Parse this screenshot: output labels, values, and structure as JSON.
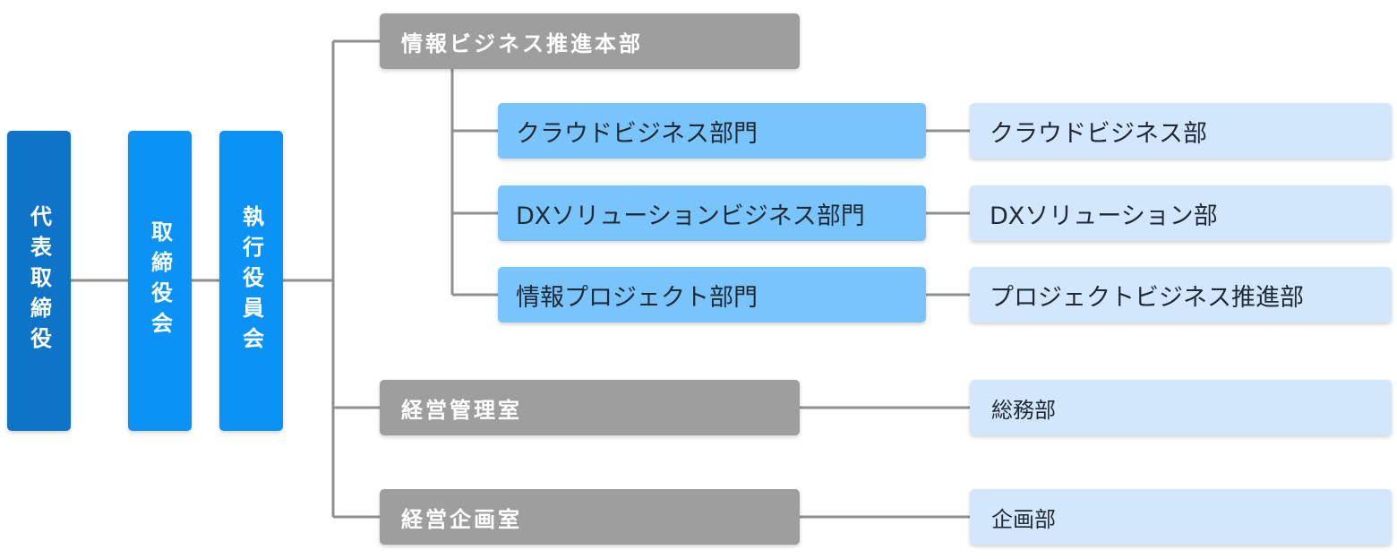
{
  "left_chain": {
    "representative_director": "代表取締役",
    "board_of_directors": "取締役会",
    "executive_committee": "執行役員会"
  },
  "info_business_hq": {
    "label": "情報ビジネス推進本部",
    "divisions": [
      {
        "division": "クラウドビジネス部門",
        "department": "クラウドビジネス部"
      },
      {
        "division": "DXソリューションビジネス部門",
        "department": "DXソリューション部"
      },
      {
        "division": "情報プロジェクト部門",
        "department": "プロジェクトビジネス推進部"
      }
    ]
  },
  "management_office": {
    "label": "経営管理室",
    "department": "総務部"
  },
  "planning_office": {
    "label": "経営企画室",
    "department": "企画部"
  },
  "colors": {
    "dark_blue": "#0e74c7",
    "mid_blue": "#0b92f5",
    "light_blue": "#79c4fb",
    "pale_blue": "#d3e7fc",
    "gray": "#9e9e9e",
    "connector": "#8f8f8f"
  }
}
